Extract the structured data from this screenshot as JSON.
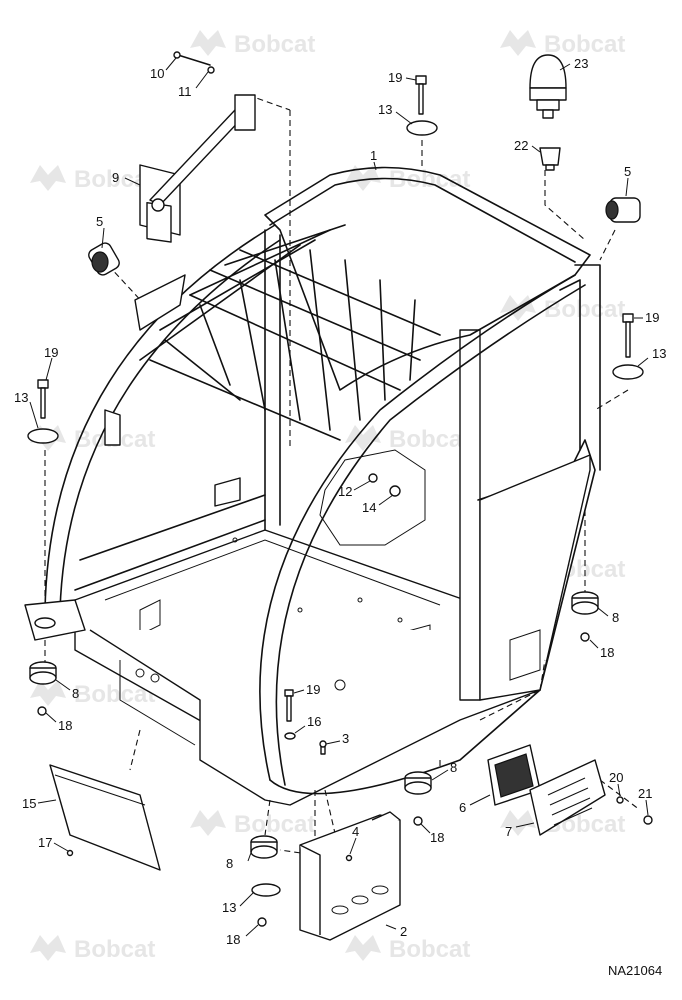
{
  "watermark": {
    "brand": "Bobcat"
  },
  "drawing": {
    "reference": "NA21064"
  },
  "callouts": [
    {
      "label": "10",
      "ref": "bolt"
    },
    {
      "label": "11",
      "ref": "washer"
    },
    {
      "label": "9",
      "ref": "mirror"
    },
    {
      "label": "5",
      "ref": "work-light-left"
    },
    {
      "label": "19",
      "ref": "bolt-top"
    },
    {
      "label": "13",
      "ref": "mount-washer-top"
    },
    {
      "label": "1",
      "ref": "cab-frame"
    },
    {
      "label": "23",
      "ref": "beacon"
    },
    {
      "label": "22",
      "ref": "beacon-mount"
    },
    {
      "label": "5",
      "ref": "work-light-right"
    },
    {
      "label": "19",
      "ref": "bolt-right"
    },
    {
      "label": "13",
      "ref": "mount-washer-right"
    },
    {
      "label": "19",
      "ref": "bolt-left"
    },
    {
      "label": "13",
      "ref": "mount-washer-left"
    },
    {
      "label": "12",
      "ref": "nut"
    },
    {
      "label": "14",
      "ref": "grommet"
    },
    {
      "label": "8",
      "ref": "isolator-right"
    },
    {
      "label": "18",
      "ref": "nut-right"
    },
    {
      "label": "8",
      "ref": "isolator-left"
    },
    {
      "label": "18",
      "ref": "nut-left"
    },
    {
      "label": "19",
      "ref": "bolt-floor"
    },
    {
      "label": "16",
      "ref": "washer-floor"
    },
    {
      "label": "3",
      "ref": "screw-floor"
    },
    {
      "label": "8",
      "ref": "isolator-center"
    },
    {
      "label": "18",
      "ref": "nut-center"
    },
    {
      "label": "15",
      "ref": "side-panel"
    },
    {
      "label": "17",
      "ref": "panel-screw"
    },
    {
      "label": "4",
      "ref": "step-screw"
    },
    {
      "label": "8",
      "ref": "isolator-bottom"
    },
    {
      "label": "13",
      "ref": "mount-washer-bottom"
    },
    {
      "label": "18",
      "ref": "nut-bottom"
    },
    {
      "label": "2",
      "ref": "step"
    },
    {
      "label": "6",
      "ref": "filter"
    },
    {
      "label": "7",
      "ref": "louvered-cover"
    },
    {
      "label": "20",
      "ref": "cover-washer"
    },
    {
      "label": "21",
      "ref": "cover-screw"
    }
  ]
}
